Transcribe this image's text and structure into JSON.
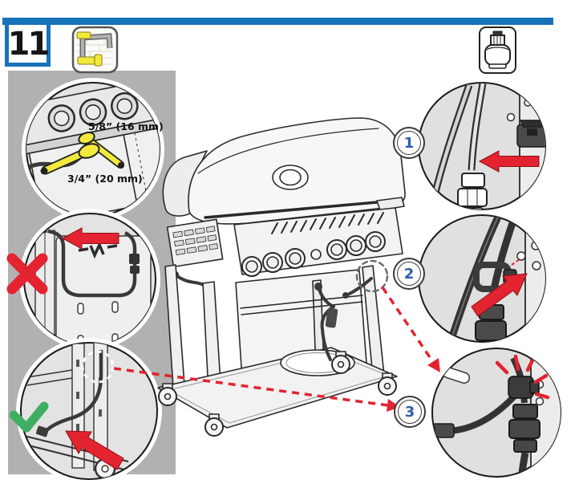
{
  "page": {
    "step_number": "11"
  },
  "header": {
    "icons": [
      {
        "name": "hose-routing-thumbnail-icon"
      },
      {
        "name": "propane-tank-icon"
      }
    ]
  },
  "measurements": {
    "upper_wrench": "5/8” (16 mm)",
    "lower_wrench": "3/4” (20 mm)"
  },
  "callouts": [
    {
      "number": "1"
    },
    {
      "number": "2"
    },
    {
      "number": "3"
    }
  ],
  "marks": {
    "incorrect_icon": "red-x-mark",
    "correct_icon": "green-check-mark",
    "arrow_icon": "red-arrow",
    "connector_icon": "red-dashed-arrow"
  },
  "colors": {
    "accent_blue": "#1673b8",
    "badge_blue": "#2c5fae",
    "arrow_red": "#e32330",
    "check_green": "#3fae62",
    "wrench_yellow": "#f2e93d",
    "panel_gray": "#b1b1b1",
    "circle_fill": "#e3e3e3",
    "line_dark": "#2a2a2a"
  }
}
